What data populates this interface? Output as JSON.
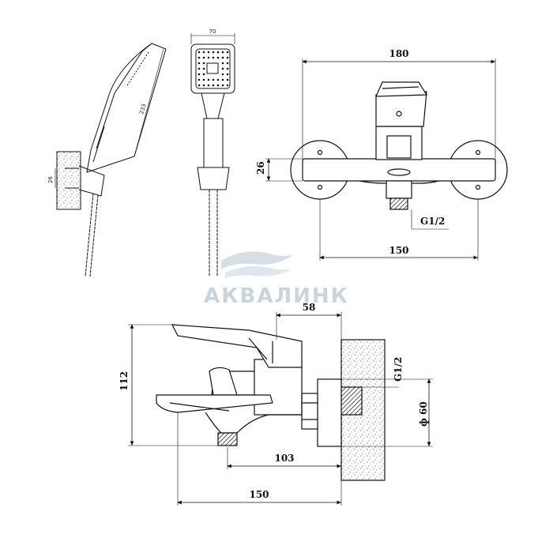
{
  "watermark": {
    "brand": "АКВАЛИНК",
    "color": "#c9d4dc"
  },
  "colors": {
    "ink": "#111111",
    "stone": "#555555"
  },
  "hand_shower_side": {
    "length": "233",
    "bracket": "26"
  },
  "hand_shower_front": {
    "width": "70"
  },
  "front_view": {
    "overall_width": "180",
    "centers": "150",
    "height": "26",
    "thread": "G1/2"
  },
  "side_view": {
    "height": "112",
    "depth": "58",
    "thread": "G1/2",
    "flange_diameter": "ф 60",
    "spout_reach": "103",
    "total_length": "150"
  }
}
